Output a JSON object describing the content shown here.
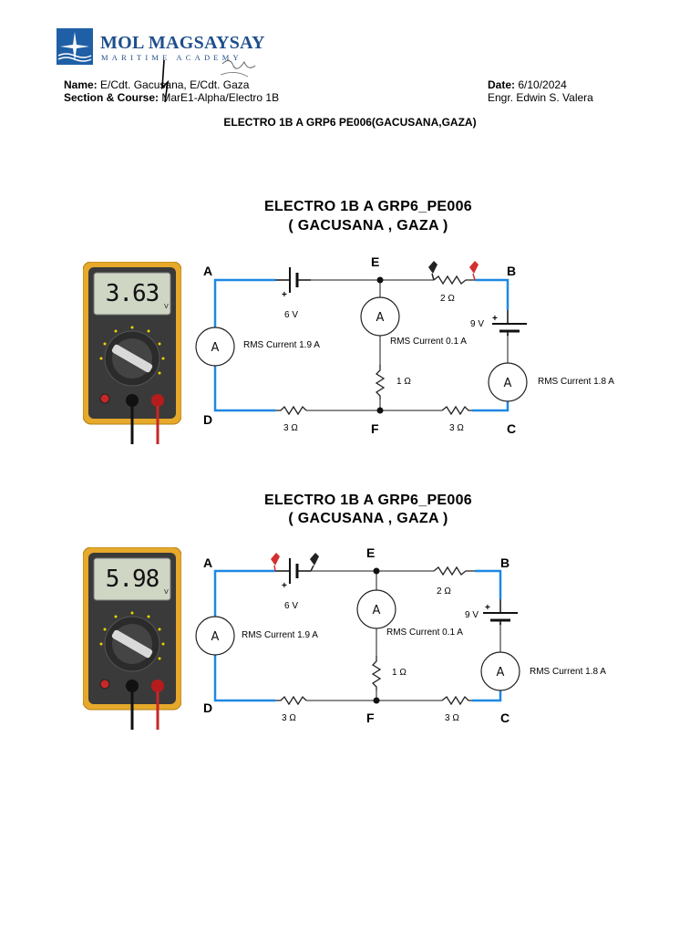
{
  "logo": {
    "name": "MOL MAGSAYSAY",
    "subtitle": "MARITIME ACADEMY"
  },
  "header": {
    "name_label": "Name:",
    "name_value": "E/Cdt. Gacusana, E/Cdt. Gaza",
    "section_label": "Section & Course:",
    "section_value": "MarE1-Alpha/Electro 1B",
    "date_label": "Date:",
    "date_value": "6/10/2024",
    "instructor": "Engr. Edwin S. Valera"
  },
  "document_title": "ELECTRO 1B A GRP6 PE006(GACUSANA,GAZA)",
  "circuits": [
    {
      "title_line1": "ELECTRO 1B A GRP6_PE006",
      "title_line2": "( GACUSANA , GAZA )",
      "meter_reading": "3.63",
      "meter_unit": "V",
      "nodes": {
        "a": "A",
        "b": "B",
        "c": "C",
        "d": "D",
        "e": "E",
        "f": "F"
      },
      "labels": {
        "source_6v": "6 V",
        "source_9v": "9 V",
        "r_eb": "2 Ω",
        "r_ef": "1 Ω",
        "r_df": "3 Ω",
        "r_fc": "3 Ω",
        "i_left": "RMS Current 1.9 A",
        "i_mid": "RMS Current 0.1 A",
        "i_right": "RMS Current 1.8 A"
      }
    },
    {
      "title_line1": "ELECTRO 1B A GRP6_PE006",
      "title_line2": "( GACUSANA , GAZA )",
      "meter_reading": "5.98",
      "meter_unit": "V",
      "nodes": {
        "a": "A",
        "b": "B",
        "c": "C",
        "d": "D",
        "e": "E",
        "f": "F"
      },
      "labels": {
        "source_6v": "6 V",
        "source_9v": "9 V",
        "r_eb": "2 Ω",
        "r_ef": "1 Ω",
        "r_df": "3 Ω",
        "r_fc": "3 Ω",
        "i_left": "RMS Current 1.9 A",
        "i_mid": "RMS Current 0.1 A",
        "i_right": "RMS Current 1.8 A"
      }
    }
  ],
  "colors": {
    "logo_blue": "#1f5fa6",
    "wire_blue": "#1e88e5",
    "wire_gray": "#8c8c8c",
    "meter_body": "#e6a92b",
    "probe_red": "#d32f2f"
  }
}
